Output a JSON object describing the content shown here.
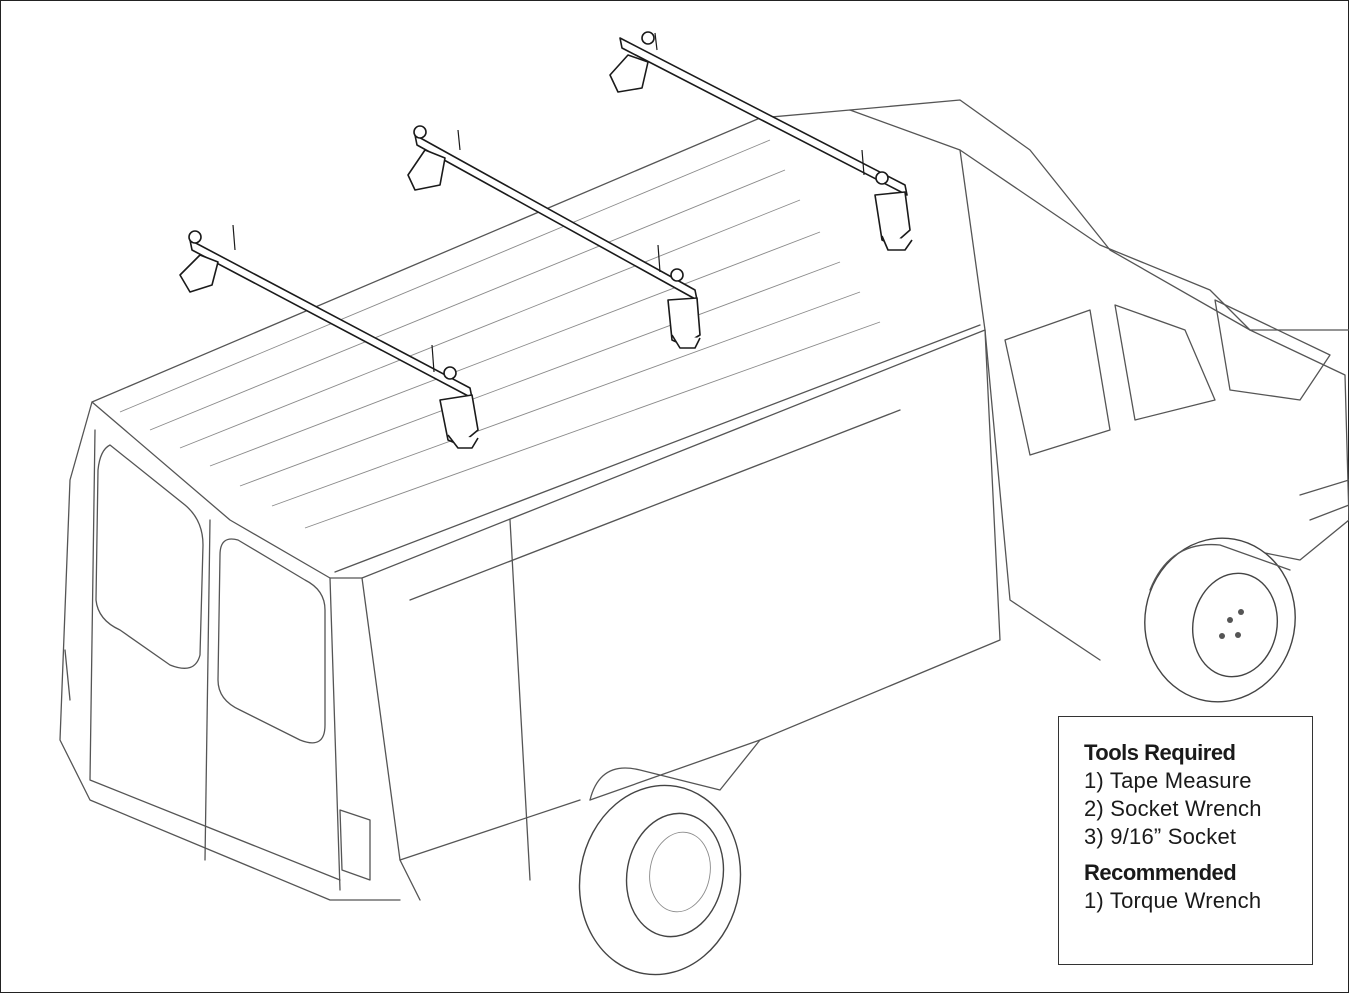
{
  "tools_box": {
    "heading": "Tools Required",
    "items": [
      "1) Tape Measure",
      "2) Socket Wrench",
      "3) 9/16” Socket"
    ],
    "recommended_heading": "Recommended",
    "recommended_items": [
      "1) Torque Wrench"
    ]
  },
  "illustration": {
    "subject": "van",
    "rack_crossbars": 3,
    "colors": {
      "line": "#555555",
      "rack": "#1a1a1a",
      "background": "#ffffff"
    }
  }
}
